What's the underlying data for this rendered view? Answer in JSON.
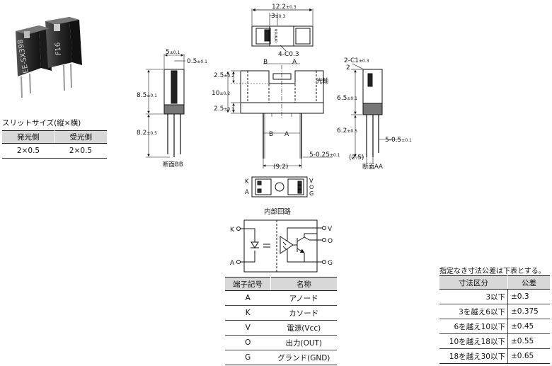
{
  "photo": {
    "marking_part": "EE-SX398",
    "marking_lot": "F16"
  },
  "slit": {
    "caption": "スリットサイズ(縦×横)",
    "headers": [
      "発光側",
      "受光側"
    ],
    "values": [
      "2×0.5",
      "2×0.5"
    ]
  },
  "dims": {
    "top_width": "12.2",
    "top_width_tol": "±0.3",
    "top_inner": "3",
    "top_inner_tol": "±0.3",
    "chamfer": "4-C0.3",
    "brand": "omron",
    "section_b": "B",
    "section_a": "A",
    "optical_axis": "光軸",
    "front_h1": "2.5",
    "front_h1_tol": "±0.2",
    "front_h2": "10",
    "front_h2_tol": "±0.2",
    "front_h3": "2.5",
    "front_h3_tol": "±0.1",
    "pin_pitch": "(9.2)",
    "pin_size": "5-0.25",
    "pin_size_tol": "±0.1",
    "left_w": "5",
    "left_w_tol": "±0.1",
    "left_slit": "0.5",
    "left_slit_tol": "±0.1",
    "left_h1": "8.5",
    "left_h1_tol": "±0.1",
    "left_h2": "8.2",
    "left_h2_tol": "±0.5",
    "section_bb": "断面BB",
    "right_chamfer": "2-C1",
    "right_chamfer_tol": "±0.3",
    "right_2": "2",
    "right_h1": "6.5",
    "right_h1_tol": "±0.1",
    "right_h2": "6.2",
    "right_h2_tol": "±0.5",
    "right_pin": "5-0.5",
    "right_pin_tol": "±0.1",
    "right_25": "(2.5)",
    "section_aa": "断面AA",
    "pin_k": "K",
    "pin_a": "A",
    "pin_v": "V",
    "pin_o": "O",
    "pin_g": "G"
  },
  "circuit": {
    "title": "内部回路",
    "k": "K",
    "a": "A",
    "v": "V",
    "o": "O",
    "g": "G"
  },
  "terminal_table": {
    "headers": [
      "端子記号",
      "名称"
    ],
    "rows": [
      [
        "A",
        "アノード"
      ],
      [
        "K",
        "カソード"
      ],
      [
        "V",
        "電源(Vcc)"
      ],
      [
        "O",
        "出力(OUT)"
      ],
      [
        "G",
        "グランド(GND)"
      ]
    ]
  },
  "tolerance_table": {
    "caption": "指定なき寸法公差は下表とする。",
    "headers": [
      "寸法区分",
      "公差"
    ],
    "rows": [
      [
        "3以下",
        "±0.3"
      ],
      [
        "3を越え6以下",
        "±0.375"
      ],
      [
        "6を越え10以下",
        "±0.45"
      ],
      [
        "10を越え18以下",
        "±0.55"
      ],
      [
        "18を越え30以下",
        "±0.65"
      ]
    ]
  }
}
